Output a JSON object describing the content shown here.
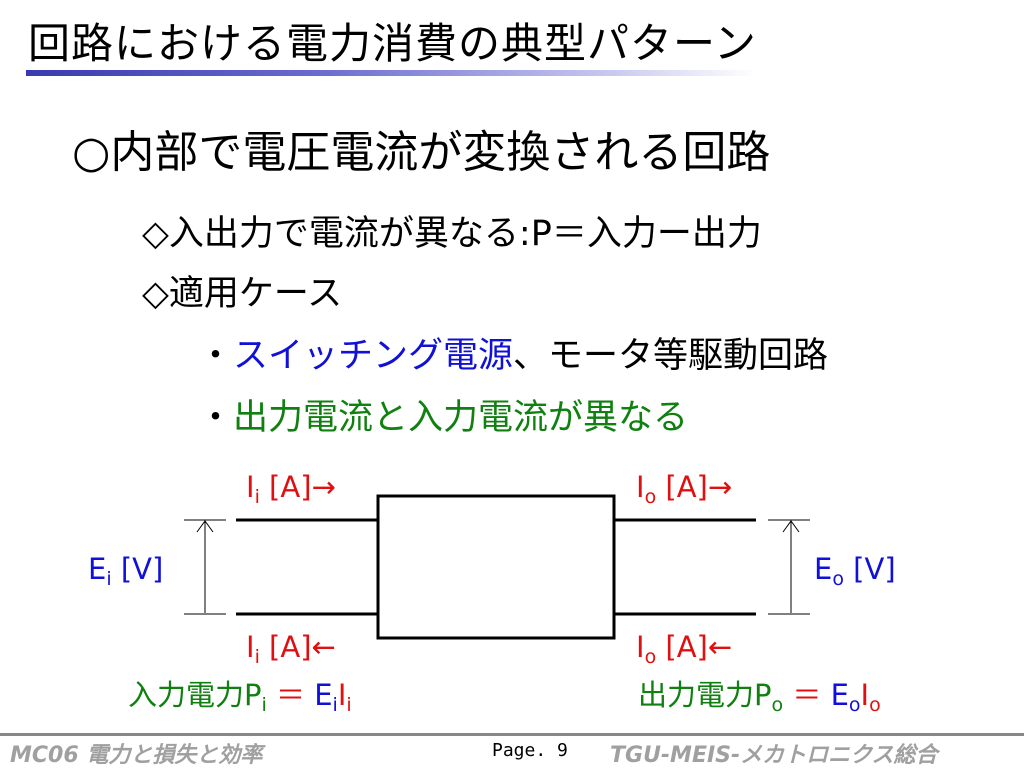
{
  "title": "回路における電力消費の典型パターン",
  "heading": "○内部で電圧電流が変換される回路",
  "bullets": {
    "b1": "◇入出力で電流が異なる:P＝入力ー出力",
    "b2": "◇適用ケース"
  },
  "sub_bullets": {
    "s1_marker": "・",
    "s1_blue": "スイッチング電源",
    "s1_black": "、モータ等駆動回路",
    "s2_marker": "・",
    "s2_green": "出力電流と入力電流が異なる"
  },
  "diagram": {
    "ii_top_main": "I",
    "ii_top_sub": "i",
    "ii_top_rest": " [A]→",
    "io_top_main": "I",
    "io_top_sub": "o",
    "io_top_rest": " [A]→",
    "ii_bot_main": "I",
    "ii_bot_sub": "i",
    "ii_bot_rest": " [A]←",
    "io_bot_main": "I",
    "io_bot_sub": "o",
    "io_bot_rest": " [A]←",
    "ei_main": "E",
    "ei_sub": "i",
    "ei_rest": " [V]",
    "eo_main": "E",
    "eo_sub": "o",
    "eo_rest": " [V]",
    "pin_prefix": "入力電力P",
    "pin_sub": "i",
    "pin_eq": " ＝ ",
    "pin_e": "E",
    "pin_e_sub": "i",
    "pin_i": "I",
    "pin_i_sub": "i",
    "pout_prefix": "出力電力P",
    "pout_sub": "o",
    "pout_eq": " ＝ ",
    "pout_e": "E",
    "pout_e_sub": "o",
    "pout_i": "I",
    "pout_i_sub": "o"
  },
  "footer": {
    "left": "MC06   電力と損失と効率",
    "page": "Page. 9",
    "right": "TGU-MEIS-メカトロニクス総合"
  },
  "colors": {
    "blue": "#1010d8",
    "green": "#108010",
    "red": "#e01010"
  }
}
